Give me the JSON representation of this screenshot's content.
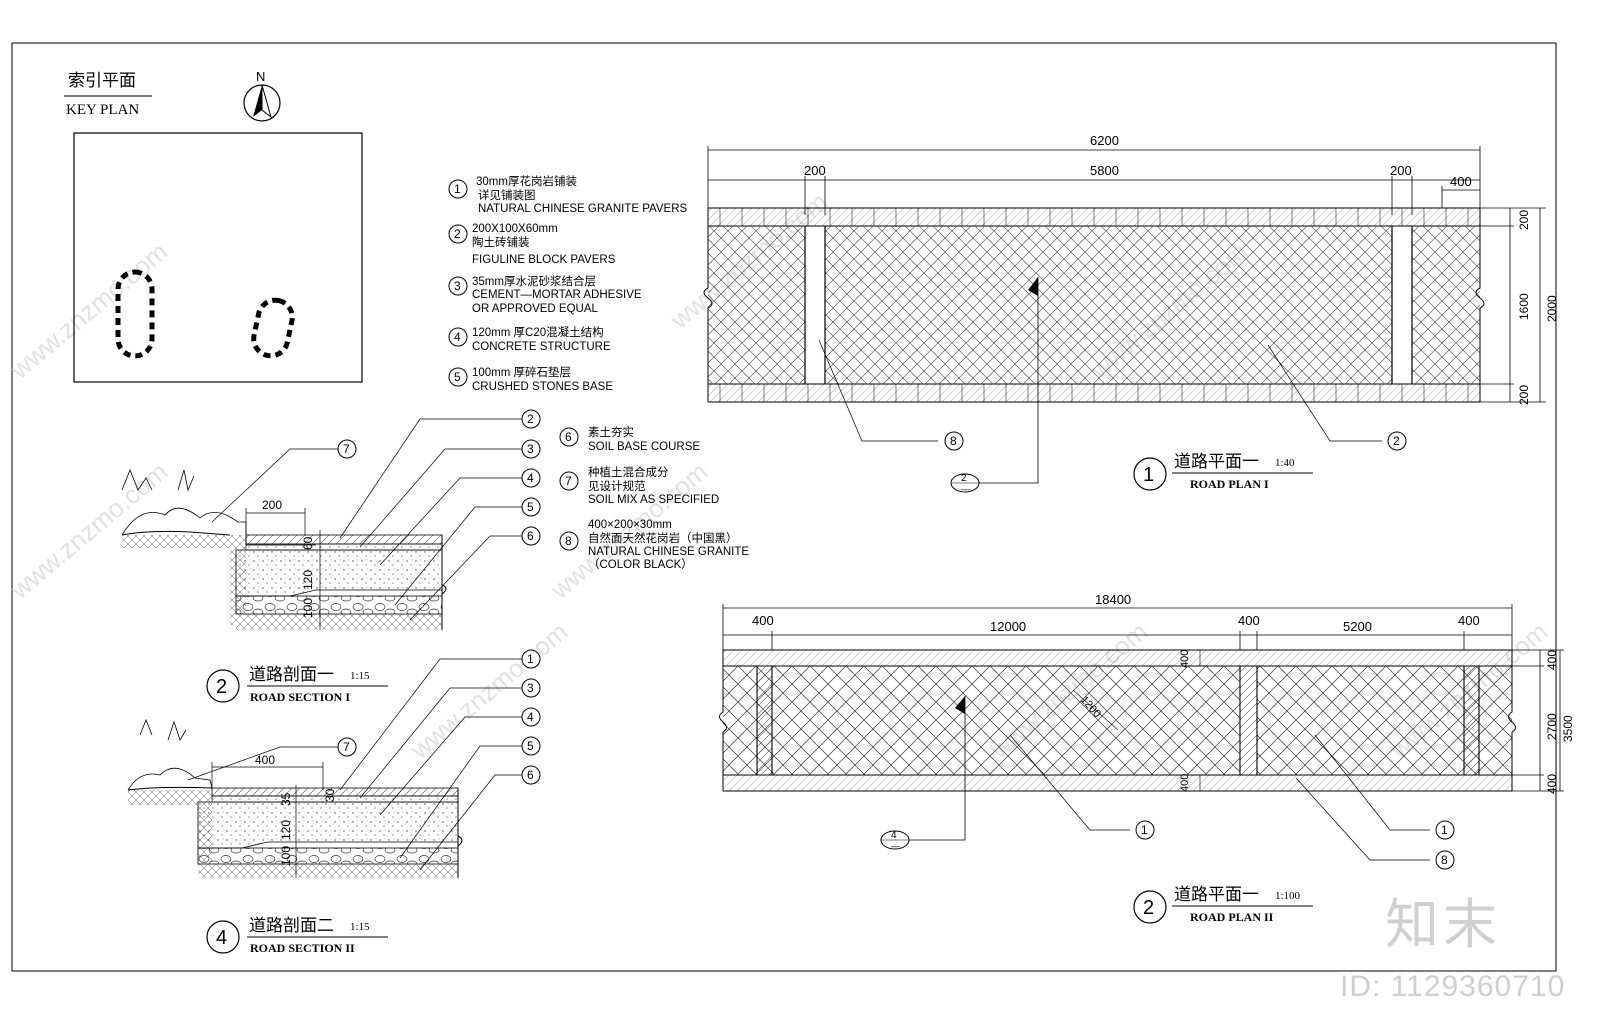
{
  "key_plan": {
    "title_cn": "索引平面",
    "title_en": "KEY PLAN",
    "north": "N"
  },
  "legend": [
    {
      "num": "1",
      "lines": [
        "30mm厚花岗岩铺装",
        "详见铺装图",
        "NATURAL CHINESE GRANITE PAVERS"
      ]
    },
    {
      "num": "2",
      "lines": [
        "200X100X60mm",
        "陶土砖铺装",
        "FIGULINE BLOCK PAVERS"
      ]
    },
    {
      "num": "3",
      "lines": [
        "35mm厚水泥砂浆结合层",
        "CEMENT—MORTAR ADHESIVE",
        "OR APPROVED EQUAL"
      ]
    },
    {
      "num": "4",
      "lines": [
        "120mm 厚C20混凝土结构",
        "CONCRETE STRUCTURE"
      ]
    },
    {
      "num": "5",
      "lines": [
        "100mm 厚碎石垫层",
        "CRUSHED STONES BASE"
      ]
    },
    {
      "num": "6",
      "lines": [
        "素土夯实",
        "SOIL BASE COURSE"
      ]
    },
    {
      "num": "7",
      "lines": [
        "种植土混合成分",
        "见设计规范",
        "SOIL MIX AS SPECIFIED"
      ]
    },
    {
      "num": "8",
      "lines": [
        "400×200×30mm",
        "自然面天然花岗岩（中国黑）",
        "NATURAL CHINESE GRANITE",
        "（COLOR  BLACK）"
      ]
    }
  ],
  "plan1": {
    "num": "1",
    "title_cn": "道路平面一",
    "scale": "1:40",
    "title_en": "ROAD PLAN I",
    "dims_top": {
      "total": "6200",
      "left": "200",
      "mid": "5800",
      "right": "200",
      "ext": "400"
    },
    "dims_right": {
      "top": "200",
      "mid": "1600",
      "bot": "200",
      "total": "2000"
    },
    "callouts": {
      "a": "8",
      "b": "2"
    },
    "section_ref": {
      "num": "2",
      "sub": "—"
    }
  },
  "plan2": {
    "num": "2",
    "title_cn": "道路平面一",
    "scale": "1:100",
    "title_en": "ROAD PLAN II",
    "dims_top": {
      "total": "18400",
      "a": "400",
      "b": "12000",
      "c": "400",
      "d": "5200",
      "e": "400"
    },
    "dims_right": {
      "top": "400",
      "mid": "2700",
      "bot": "400",
      "total": "3500"
    },
    "dims_inner": {
      "top": "400",
      "bot": "400",
      "diag": "1200"
    },
    "callouts": {
      "a": "1",
      "b": "1",
      "c": "8"
    },
    "section_ref": {
      "num": "4",
      "sub": "—"
    }
  },
  "section1": {
    "num": "2",
    "title_cn": "道路剖面一",
    "scale": "1:15",
    "title_en": "ROAD SECTION I",
    "dims": {
      "w": "200",
      "d1": "60",
      "d2": "120",
      "d3": "100"
    },
    "callouts": [
      "7",
      "2",
      "3",
      "4",
      "5",
      "6"
    ]
  },
  "section2": {
    "num": "4",
    "title_cn": "道路剖面二",
    "scale": "1:15",
    "title_en": "ROAD SECTION II",
    "dims": {
      "w": "400",
      "d1": "30",
      "d2": "35",
      "d3": "120",
      "d4": "100"
    },
    "callouts": [
      "1",
      "7",
      "3",
      "4",
      "5",
      "6"
    ]
  },
  "watermark": {
    "site": "www.znzmo.com",
    "brand": "知末",
    "id": "ID: 1129360710"
  }
}
